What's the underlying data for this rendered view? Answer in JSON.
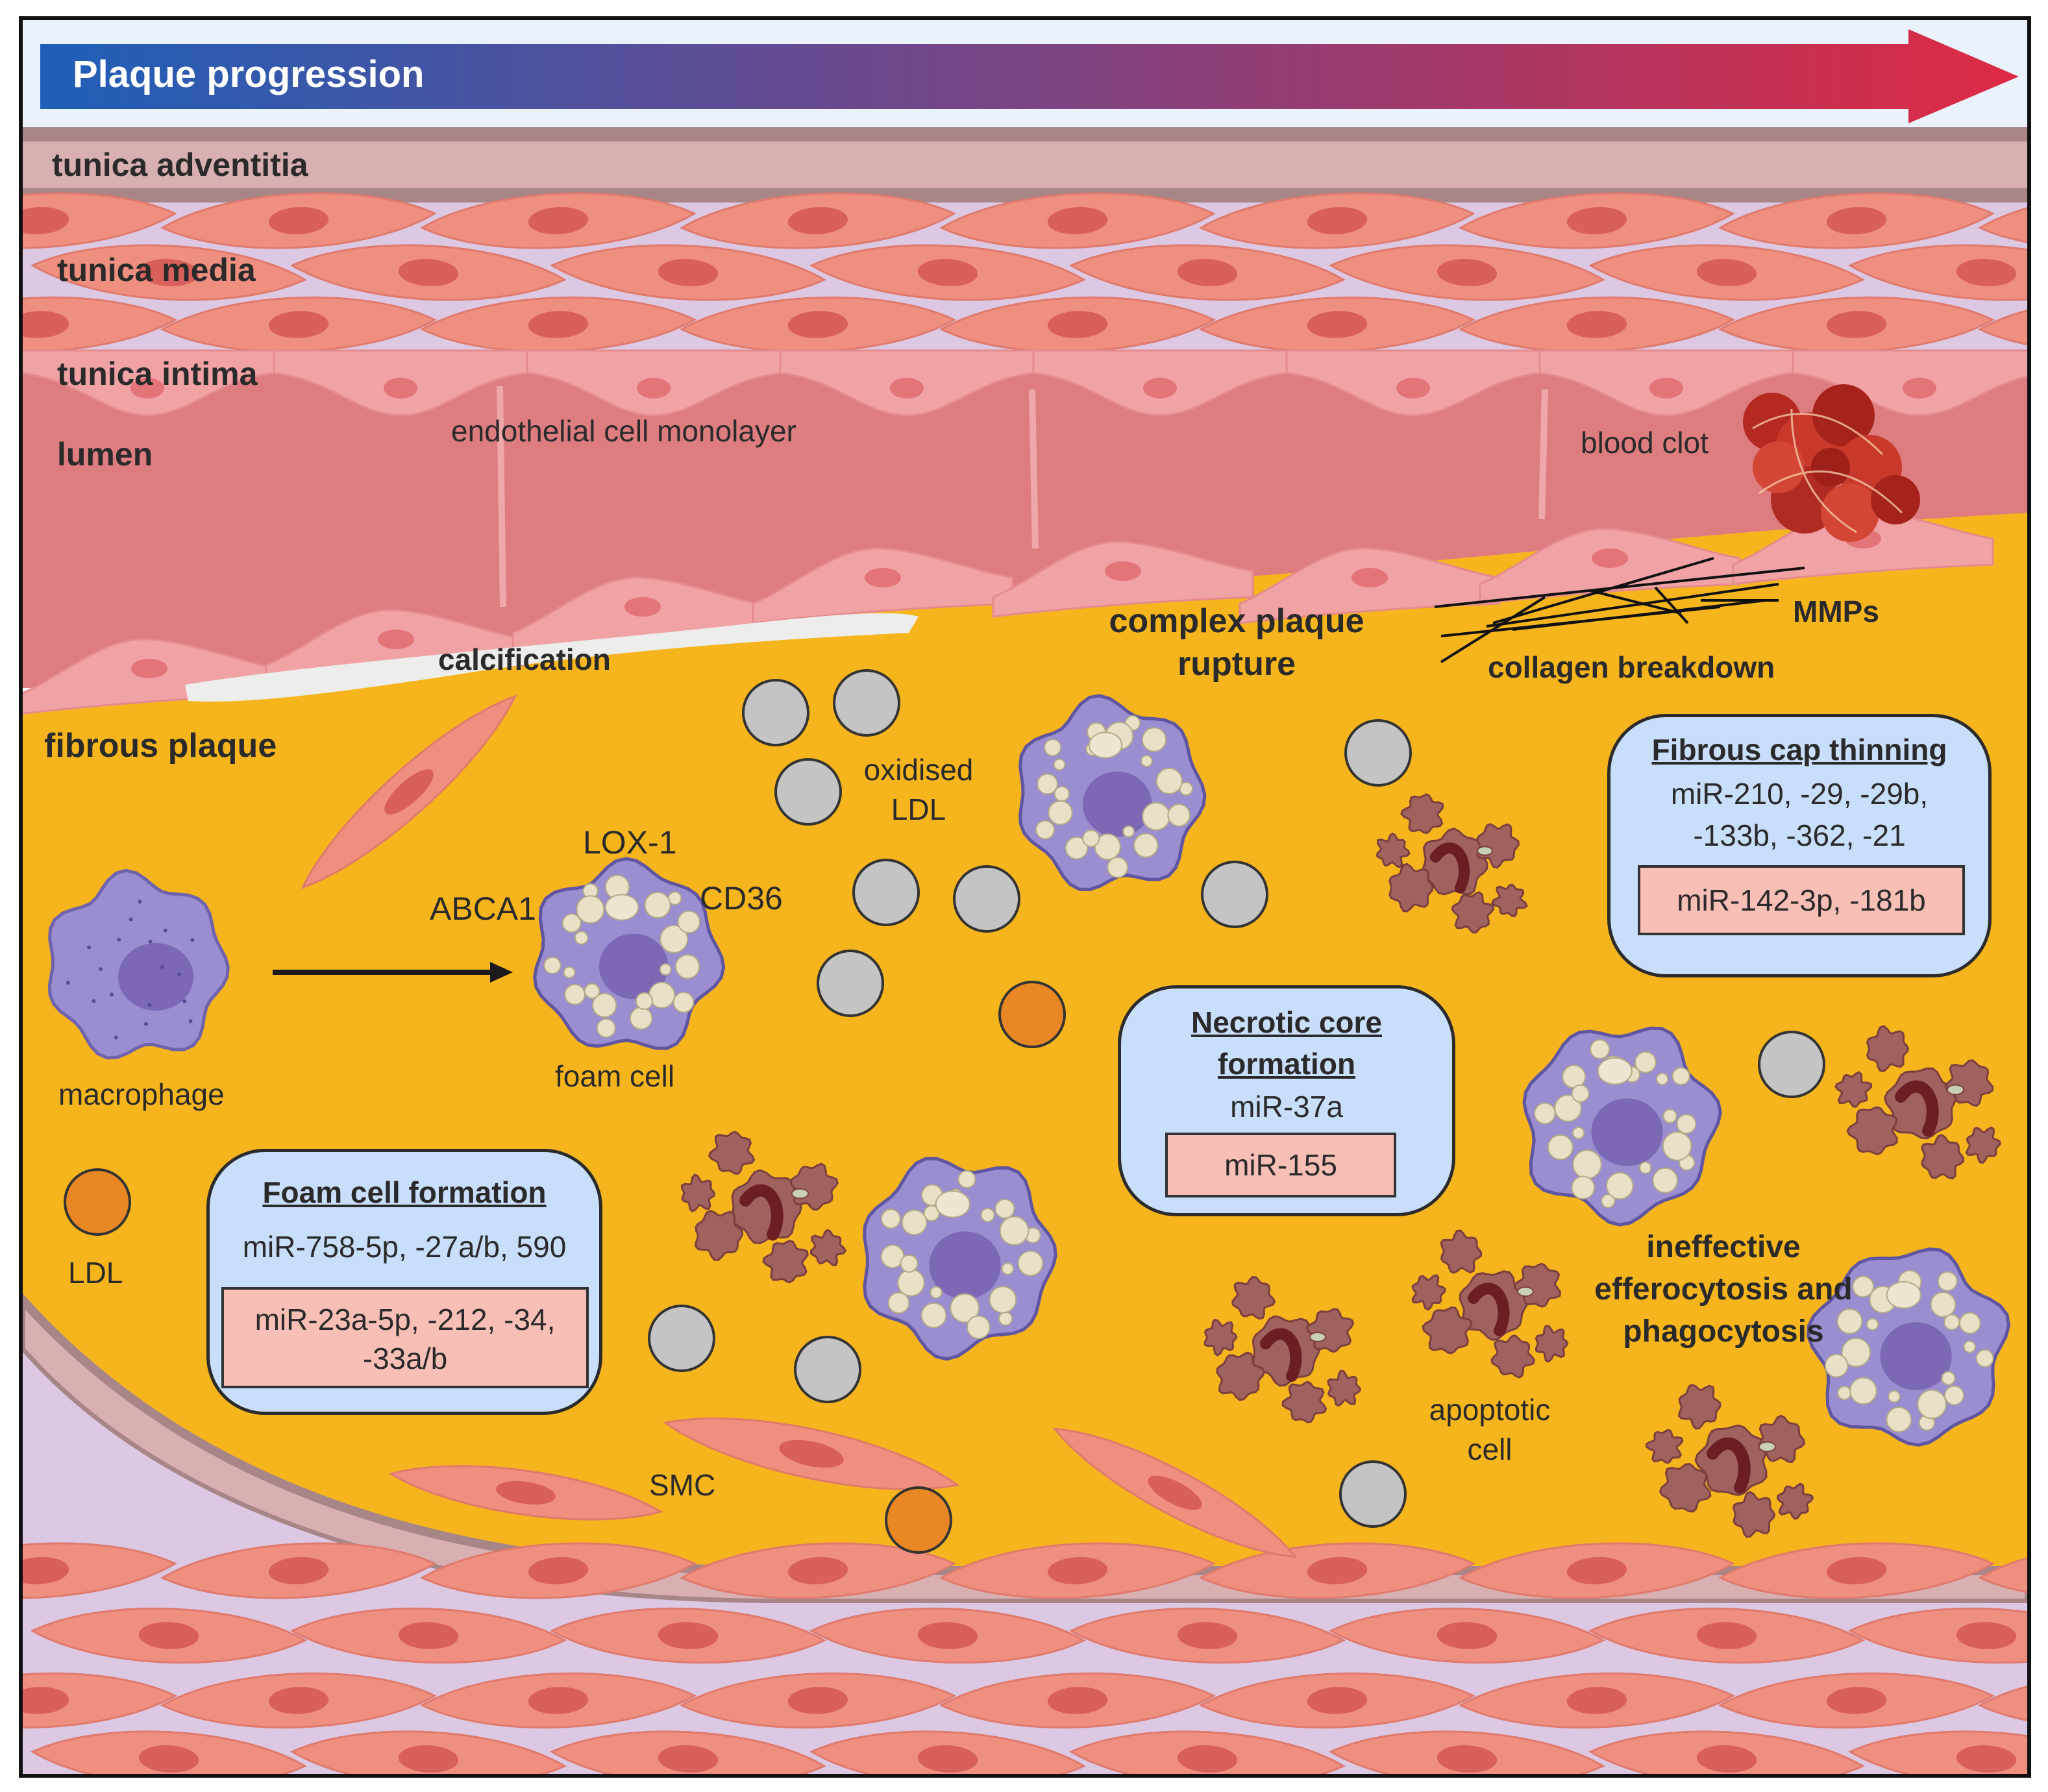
{
  "header": {
    "progression_label": "Plaque progression"
  },
  "layers": {
    "adventitia": "tunica adventitia",
    "media": "tunica media",
    "intima": "tunica intima",
    "lumen": "lumen"
  },
  "labels": {
    "endothelial": "endothelial cell monolayer",
    "blood_clot": "blood clot",
    "mmps": "MMPs",
    "collagen": "collagen breakdown",
    "complex_line1": "complex plaque",
    "complex_line2": "rupture",
    "calcification": "calcification",
    "fibrous_plaque": "fibrous plaque",
    "oxidised_line1": "oxidised",
    "oxidised_line2": "LDL",
    "lox1": "LOX-1",
    "abca1": "ABCA1",
    "cd36": "CD36",
    "foam_cell": "foam cell",
    "macrophage": "macrophage",
    "ldl": "LDL",
    "smc": "SMC",
    "apoptotic_line1": "apoptotic",
    "apoptotic_line2": "cell",
    "efferocytosis_line1": "ineffective",
    "efferocytosis_line2": "efferocytosis and",
    "efferocytosis_line3": "phagocytosis"
  },
  "boxes": {
    "foam_formation": {
      "title": "Foam cell formation",
      "up": "miR-758-5p, -27a/b, 590",
      "down_line1": "miR-23a-5p, -212, -34,",
      "down_line2": "-33a/b"
    },
    "necrotic_core": {
      "title_line1": "Necrotic core",
      "title_line2": "formation",
      "up": "miR-37a",
      "down": "miR-155"
    },
    "fibrous_cap": {
      "title": "Fibrous cap thinning",
      "up_line1": "miR-210, -29, -29b,",
      "up_line2": "-133b, -362, -21",
      "down": "miR-142-3p, -181b"
    }
  },
  "colors": {
    "plaque": "#f6b51d",
    "lumen": "#de7d80",
    "smc": "#ef8f80",
    "media_bg": "#dcc8e2",
    "adventitia": "#d9b0b2",
    "arrow_start": "#1f5fb8",
    "arrow_end": "#de2a44",
    "foam_cell": "#9a8ed0",
    "box_blue": "#c9defa",
    "box_pink": "#f8bfb6",
    "ldl_orange": "#e88724",
    "oxldl_grey": "#c4c4c4"
  }
}
